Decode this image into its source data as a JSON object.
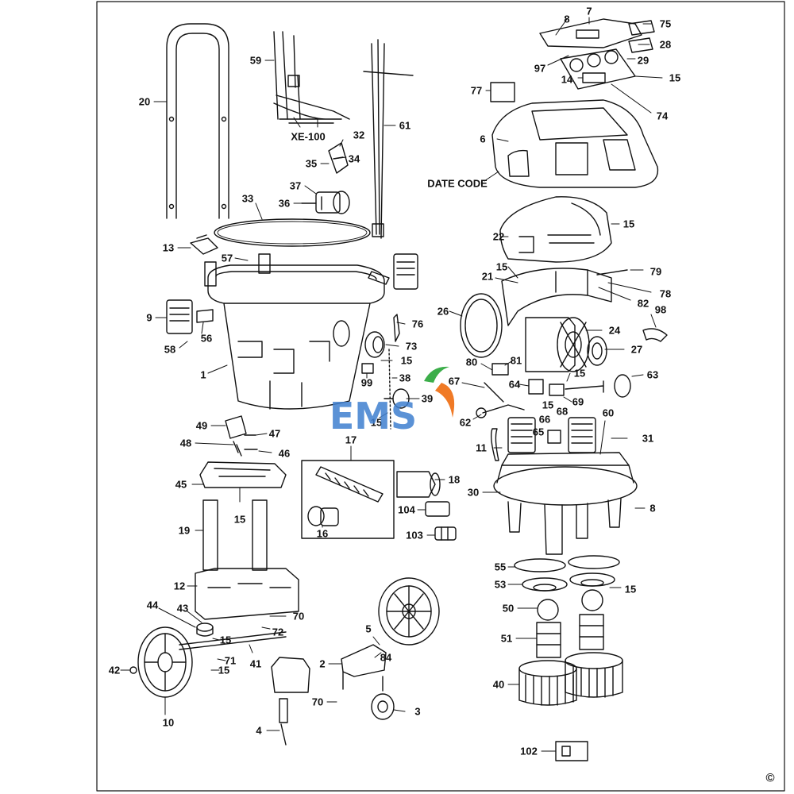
{
  "diagram": {
    "callouts": [
      {
        "id": "l8a",
        "text": "8"
      },
      {
        "id": "l7",
        "text": "7"
      },
      {
        "id": "l75",
        "text": "75"
      },
      {
        "id": "l28",
        "text": "28"
      },
      {
        "id": "l29",
        "text": "29"
      },
      {
        "id": "l97",
        "text": "97"
      },
      {
        "id": "l14",
        "text": "14"
      },
      {
        "id": "l15a",
        "text": "15"
      },
      {
        "id": "l77",
        "text": "77"
      },
      {
        "id": "l74",
        "text": "74"
      },
      {
        "id": "l6",
        "text": "6"
      },
      {
        "id": "ldate",
        "text": "DATE CODE"
      },
      {
        "id": "l22",
        "text": "22"
      },
      {
        "id": "l15b",
        "text": "15"
      },
      {
        "id": "l15c",
        "text": "15"
      },
      {
        "id": "l79",
        "text": "79"
      },
      {
        "id": "l21",
        "text": "21"
      },
      {
        "id": "l78",
        "text": "78"
      },
      {
        "id": "l82",
        "text": "82"
      },
      {
        "id": "l26",
        "text": "26"
      },
      {
        "id": "l98",
        "text": "98"
      },
      {
        "id": "l24",
        "text": "24"
      },
      {
        "id": "l27",
        "text": "27"
      },
      {
        "id": "l80",
        "text": "80"
      },
      {
        "id": "l81",
        "text": "81"
      },
      {
        "id": "l15d",
        "text": "15"
      },
      {
        "id": "l63",
        "text": "63"
      },
      {
        "id": "l67",
        "text": "67"
      },
      {
        "id": "l64",
        "text": "64"
      },
      {
        "id": "l69",
        "text": "69"
      },
      {
        "id": "l15e",
        "text": "15"
      },
      {
        "id": "l68",
        "text": "68"
      },
      {
        "id": "l62",
        "text": "62"
      },
      {
        "id": "l66",
        "text": "66"
      },
      {
        "id": "l65",
        "text": "65"
      },
      {
        "id": "l60",
        "text": "60"
      },
      {
        "id": "l11",
        "text": "11"
      },
      {
        "id": "l31",
        "text": "31"
      },
      {
        "id": "l30",
        "text": "30"
      },
      {
        "id": "l8b",
        "text": "8"
      },
      {
        "id": "l55",
        "text": "55"
      },
      {
        "id": "l53",
        "text": "53"
      },
      {
        "id": "l15f",
        "text": "15"
      },
      {
        "id": "l50",
        "text": "50"
      },
      {
        "id": "l51",
        "text": "51"
      },
      {
        "id": "l40",
        "text": "40"
      },
      {
        "id": "l102",
        "text": "102"
      },
      {
        "id": "l20",
        "text": "20"
      },
      {
        "id": "l59",
        "text": "59"
      },
      {
        "id": "lxe",
        "text": "XE-100"
      },
      {
        "id": "l61",
        "text": "61"
      },
      {
        "id": "l32",
        "text": "32"
      },
      {
        "id": "l35",
        "text": "35"
      },
      {
        "id": "l34",
        "text": "34"
      },
      {
        "id": "l37",
        "text": "37"
      },
      {
        "id": "l36",
        "text": "36"
      },
      {
        "id": "l33",
        "text": "33"
      },
      {
        "id": "l13",
        "text": "13"
      },
      {
        "id": "l57",
        "text": "57"
      },
      {
        "id": "l9",
        "text": "9"
      },
      {
        "id": "l56",
        "text": "56"
      },
      {
        "id": "l58",
        "text": "58"
      },
      {
        "id": "l76",
        "text": "76"
      },
      {
        "id": "l73",
        "text": "73"
      },
      {
        "id": "l15g",
        "text": "15"
      },
      {
        "id": "l1",
        "text": "1"
      },
      {
        "id": "l38",
        "text": "38"
      },
      {
        "id": "l99",
        "text": "99"
      },
      {
        "id": "l39",
        "text": "39"
      },
      {
        "id": "l15h",
        "text": "15"
      },
      {
        "id": "l49",
        "text": "49"
      },
      {
        "id": "l48",
        "text": "48"
      },
      {
        "id": "l47",
        "text": "47"
      },
      {
        "id": "l46",
        "text": "46"
      },
      {
        "id": "l17",
        "text": "17"
      },
      {
        "id": "l18",
        "text": "18"
      },
      {
        "id": "l45",
        "text": "45"
      },
      {
        "id": "l15i",
        "text": "15"
      },
      {
        "id": "l104",
        "text": "104"
      },
      {
        "id": "l16",
        "text": "16"
      },
      {
        "id": "l103",
        "text": "103"
      },
      {
        "id": "l19",
        "text": "19"
      },
      {
        "id": "l12",
        "text": "12"
      },
      {
        "id": "l44",
        "text": "44"
      },
      {
        "id": "l43",
        "text": "43"
      },
      {
        "id": "l70a",
        "text": "70"
      },
      {
        "id": "l72",
        "text": "72"
      },
      {
        "id": "l15j",
        "text": "15"
      },
      {
        "id": "l5",
        "text": "5"
      },
      {
        "id": "l84",
        "text": "84"
      },
      {
        "id": "l71",
        "text": "71"
      },
      {
        "id": "l41",
        "text": "41"
      },
      {
        "id": "l42",
        "text": "42"
      },
      {
        "id": "l15k",
        "text": "15"
      },
      {
        "id": "l2",
        "text": "2"
      },
      {
        "id": "l10",
        "text": "10"
      },
      {
        "id": "l70b",
        "text": "70"
      },
      {
        "id": "l3",
        "text": "3"
      },
      {
        "id": "l4",
        "text": "4"
      }
    ],
    "copyright_mark": "©"
  },
  "watermark": {
    "text_blue": "EMS",
    "colors": {
      "blue": "#3f7fd0",
      "green": "#3cae4a",
      "orange": "#f07a26"
    }
  }
}
